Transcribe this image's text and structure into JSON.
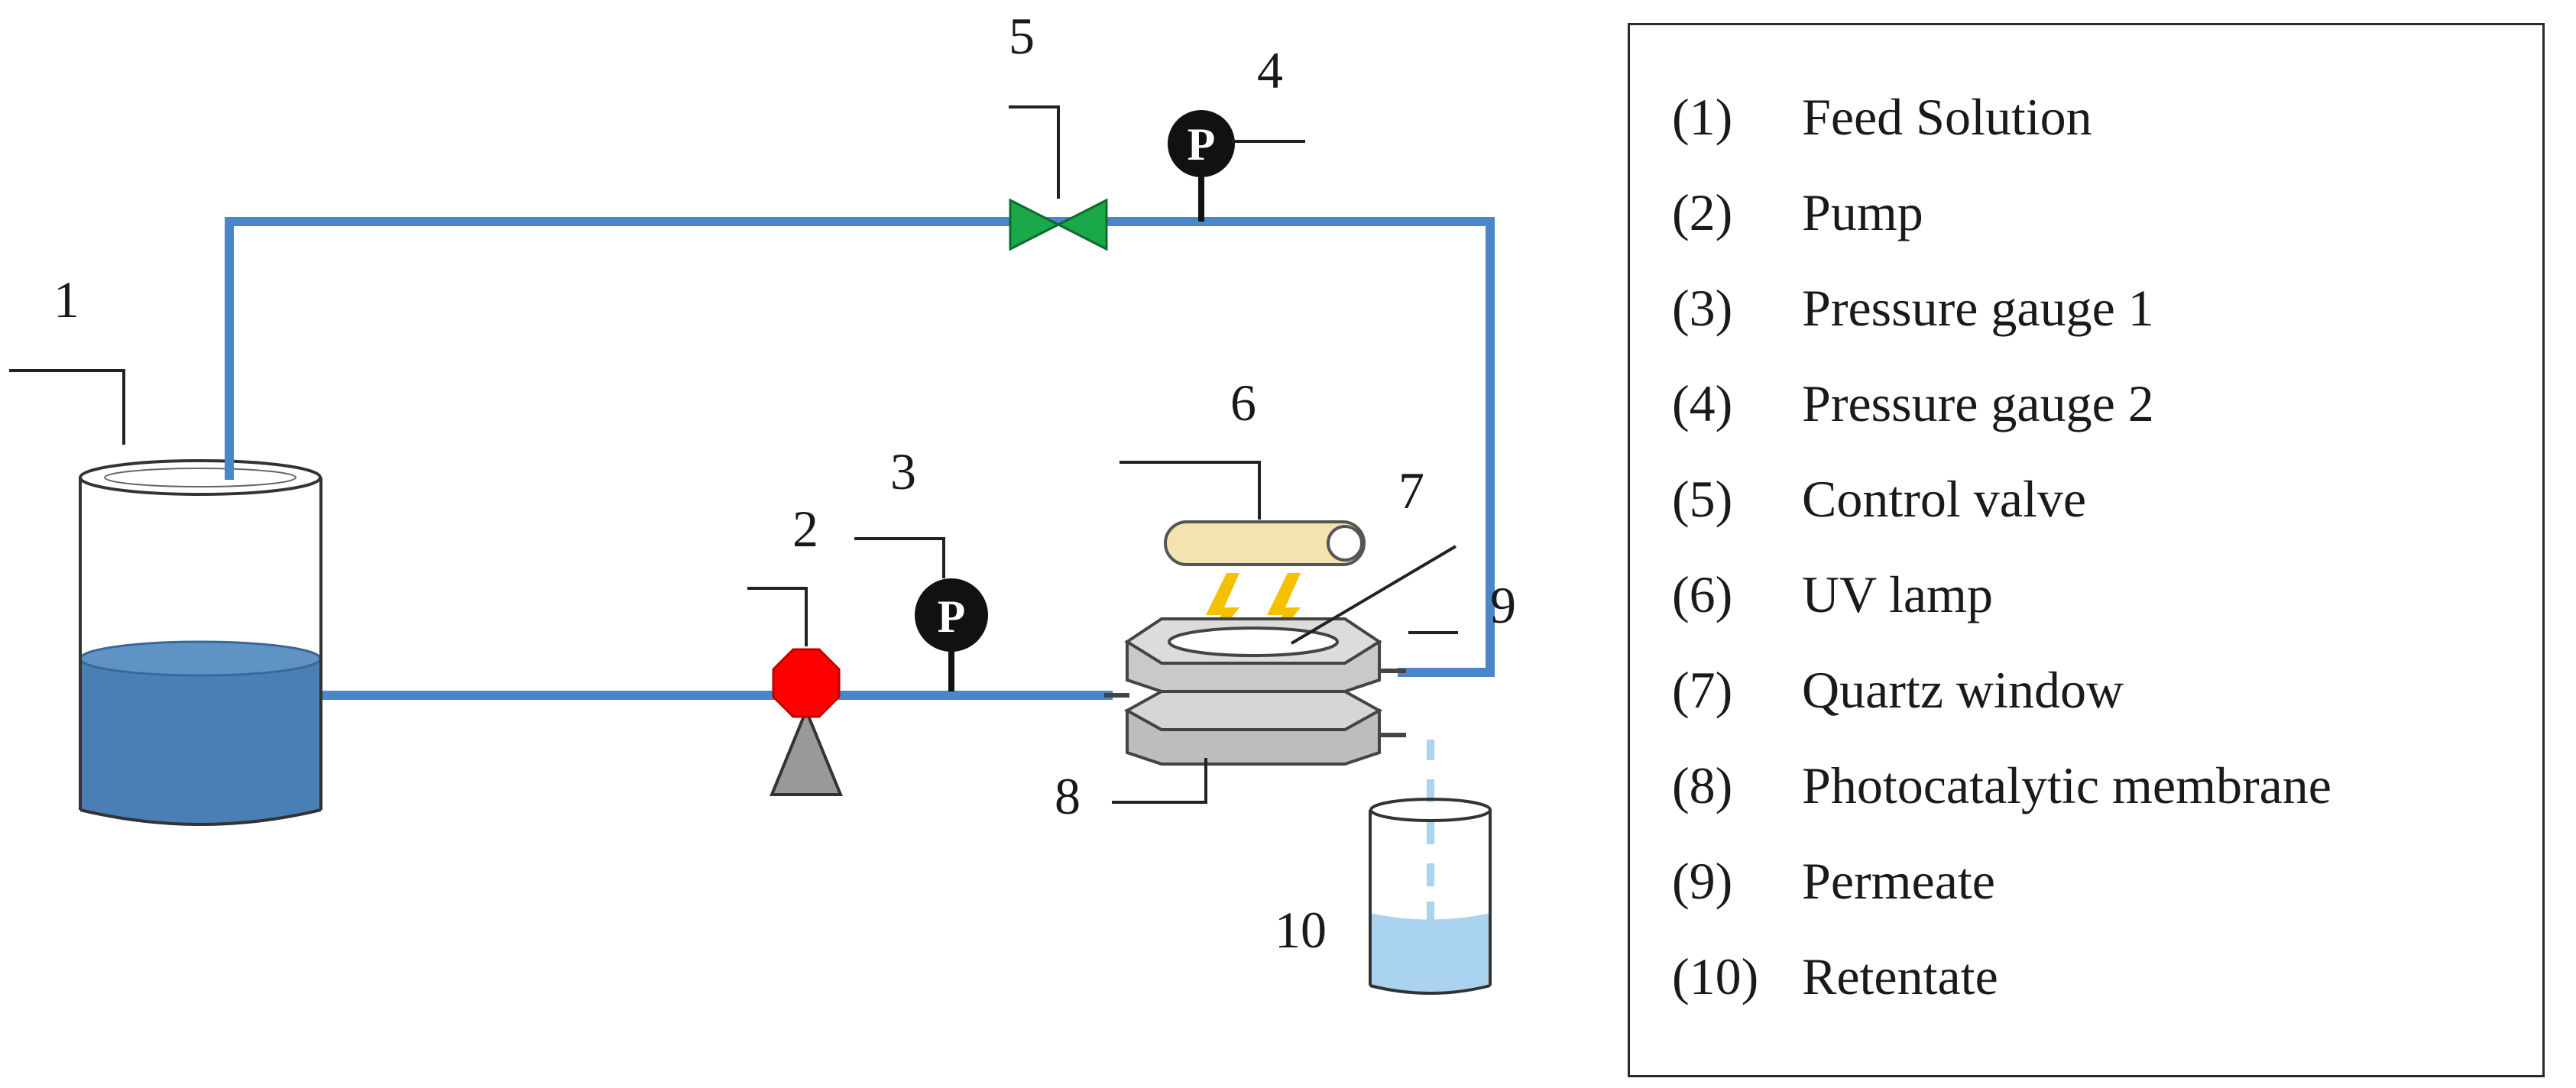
{
  "diagram": {
    "callouts": {
      "feed_tank": "1",
      "pump": "2",
      "gauge1": "3",
      "gauge2": "4",
      "valve": "5",
      "uv_lamp": "6",
      "quartz_window": "7",
      "membrane": "8",
      "permeate_port": "9",
      "beaker": "10"
    },
    "gauge_letter": "P"
  },
  "colors": {
    "pipe": "#4a86c8",
    "liquid": "#4a7fb5",
    "liquid_light": "#a9d3ef",
    "pump": "#ff0000",
    "valve": "#1aa84a",
    "lamp": "#f3e3b0",
    "spark": "#f5c000",
    "module": "#cfcfcf"
  },
  "legend": {
    "items": [
      {
        "num": "(1)",
        "label": "Feed Solution"
      },
      {
        "num": "(2)",
        "label": "Pump"
      },
      {
        "num": "(3)",
        "label": "Pressure gauge 1"
      },
      {
        "num": "(4)",
        "label": "Pressure gauge 2"
      },
      {
        "num": "(5)",
        "label": "Control valve"
      },
      {
        "num": "(6)",
        "label": "UV lamp"
      },
      {
        "num": "(7)",
        "label": "Quartz window"
      },
      {
        "num": "(8)",
        "label": "Photocatalytic membrane"
      },
      {
        "num": "(9)",
        "label": "Permeate"
      },
      {
        "num": "(10)",
        "label": "Retentate"
      }
    ]
  }
}
